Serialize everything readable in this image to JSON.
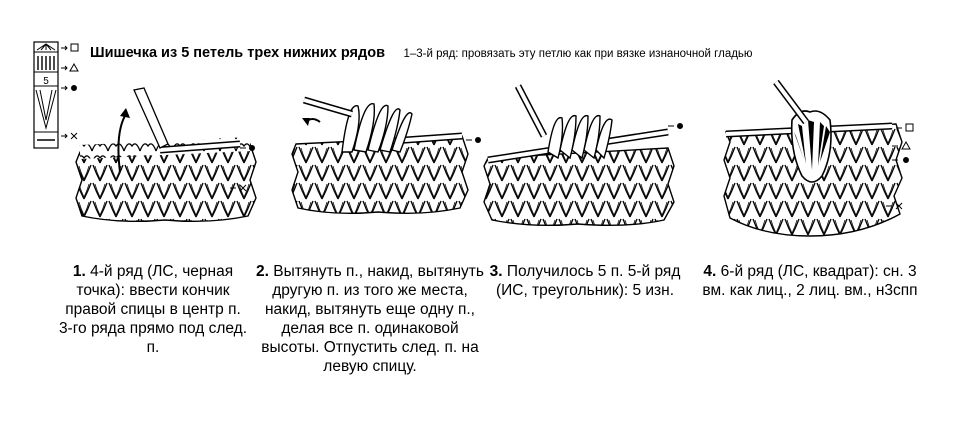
{
  "header": {
    "title": "Шишечка из 5 петель трех нижних рядов",
    "subtitle": "1–3-й ряд: провязать эту петлю как при вязке изнаночной гладью"
  },
  "legend": {
    "number": "5",
    "markers": [
      "square",
      "triangle",
      "dot",
      "cross"
    ]
  },
  "steps": [
    {
      "num": "1.",
      "text": "4-й ряд (ЛС, черная точка): ввести кончик правой спицы в центр п. 3-го ряда прямо под след. п."
    },
    {
      "num": "2.",
      "text": "Вытянуть п., накид, вытянуть другую п. из того же места, накид, вытянуть еще одну п., делая все п. одинаковой высоты. Отпустить след. п. на левую спицу."
    },
    {
      "num": "3.",
      "text": "Получилось 5 п. 5-й ряд (ИС, треугольник): 5 изн."
    },
    {
      "num": "4.",
      "text": "6-й ряд (ЛС, квадрат): сн. 3 вм. как лиц., 2 лиц. вм., н3спп"
    }
  ],
  "colors": {
    "ink": "#000000",
    "paper": "#ffffff"
  }
}
